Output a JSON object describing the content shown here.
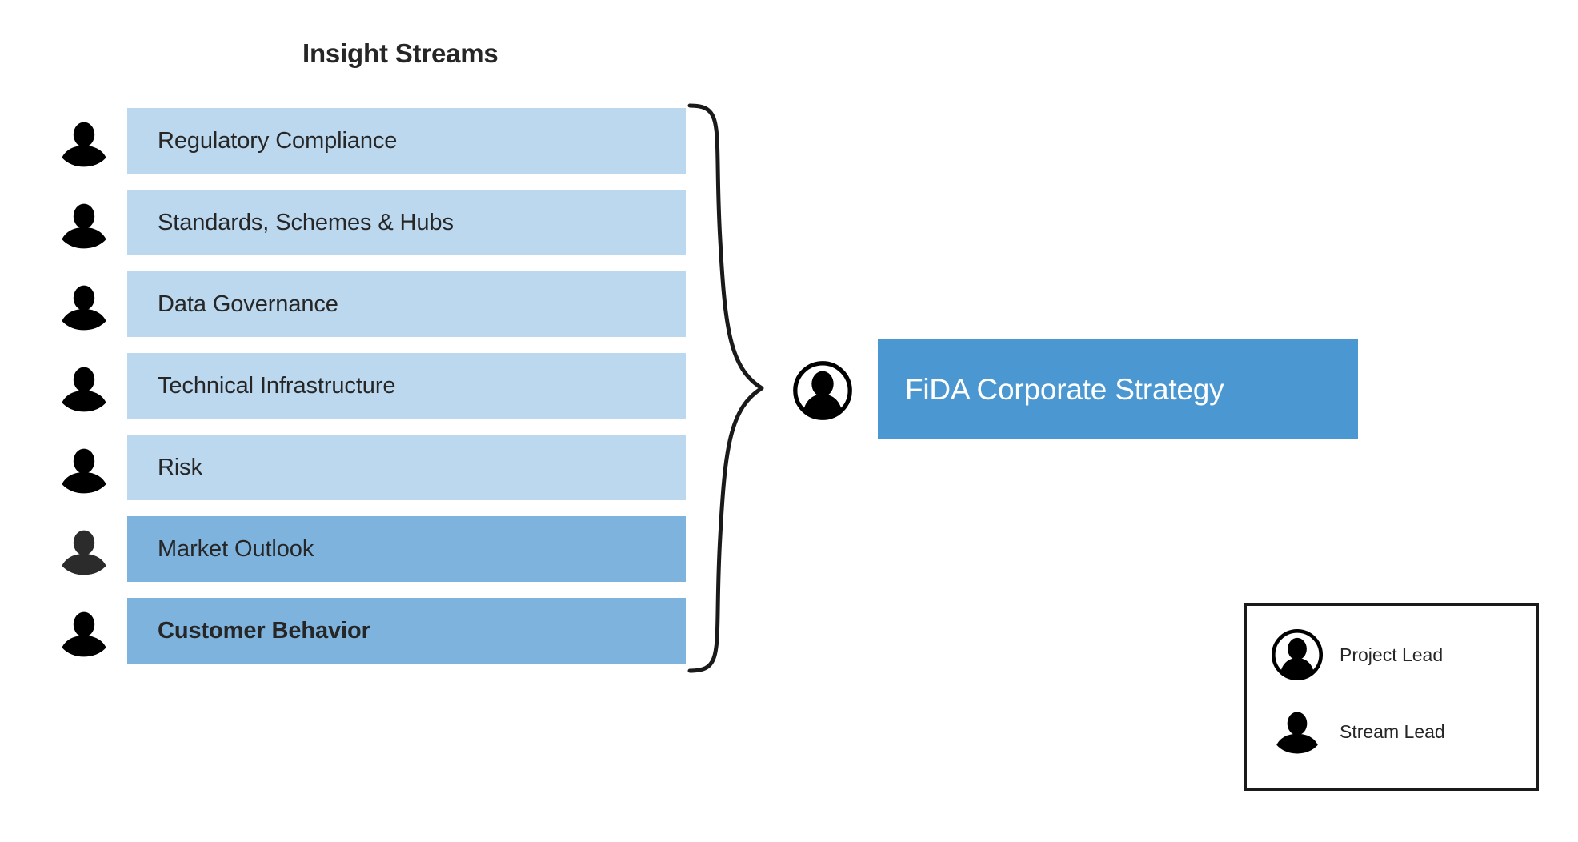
{
  "diagram": {
    "title": "Insight Streams",
    "colors": {
      "bar_light": "#bcd8ef",
      "bar_dark": "#7eb3dd",
      "node_blue": "#4a97d2",
      "text_dark": "#262626",
      "text_light": "#ffffff",
      "icon_black": "#000000",
      "icon_dark_gray": "#2b2b2b",
      "legend_border": "#1a1a1a",
      "brace_stroke": "#1a1a1a",
      "background": "#ffffff"
    },
    "streams": [
      {
        "label": "Regulatory Compliance",
        "fill": "#bcd8ef",
        "bold": false,
        "icon": "stream-lead-icon",
        "icon_color": "#000000"
      },
      {
        "label": "Standards, Schemes & Hubs",
        "fill": "#bcd8ef",
        "bold": false,
        "icon": "stream-lead-icon",
        "icon_color": "#000000"
      },
      {
        "label": "Data Governance",
        "fill": "#bcd8ef",
        "bold": false,
        "icon": "stream-lead-icon",
        "icon_color": "#000000"
      },
      {
        "label": "Technical Infrastructure",
        "fill": "#bcd8ef",
        "bold": false,
        "icon": "stream-lead-icon",
        "icon_color": "#000000"
      },
      {
        "label": "Risk",
        "fill": "#bcd8ef",
        "bold": false,
        "icon": "stream-lead-icon",
        "icon_color": "#000000"
      },
      {
        "label": "Market Outlook",
        "fill": "#7eb3dd",
        "bold": false,
        "icon": "stream-lead-icon",
        "icon_color": "#2b2b2b"
      },
      {
        "label": "Customer Behavior",
        "fill": "#7eb3dd",
        "bold": true,
        "icon": "stream-lead-icon",
        "icon_color": "#000000"
      }
    ],
    "connector": {
      "type": "curly-brace",
      "orientation": "right-pointing",
      "spans_streams": 7
    },
    "target": {
      "label": "FiDA Corporate Strategy",
      "fill": "#4a97d2",
      "text_color": "#ffffff",
      "icon": "project-lead-icon"
    },
    "legend": {
      "items": [
        {
          "label": "Project Lead",
          "icon": "project-lead-icon"
        },
        {
          "label": "Stream Lead",
          "icon": "stream-lead-icon"
        }
      ]
    }
  }
}
